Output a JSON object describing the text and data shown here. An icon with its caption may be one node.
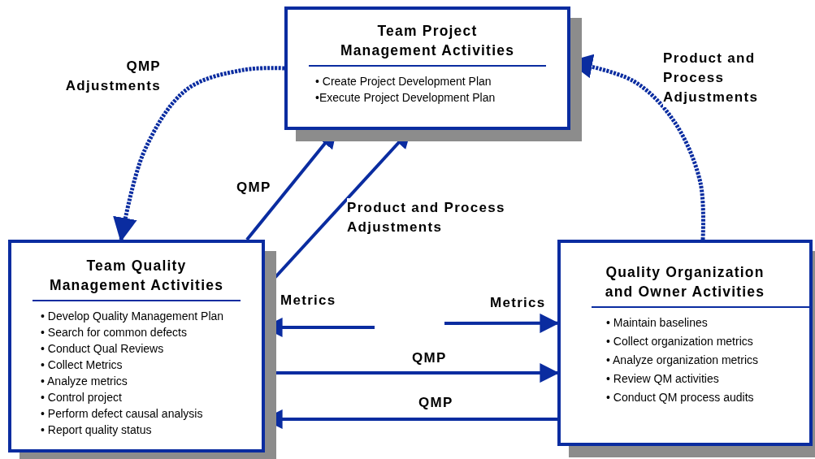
{
  "diagram": {
    "nodes": [
      {
        "text": [
          "Team Project Management Activities",
          "• Create Project Development Plan",
          "•Execute Project Development Plan"
        ]
      },
      {
        "text": [
          "Team Quality Management Activities",
          "• Develop Quality Management Plan",
          "• Search for common defects",
          "• Conduct Qual Reviews",
          "• Collect Metrics",
          "• Analyze metrics",
          "• Control project",
          "• Perform defect causal analysis",
          "• Report quality status"
        ]
      },
      {
        "text": [
          "Quality Organization and Owner Activities",
          "• Maintain baselines",
          "• Collect organization metrics",
          "• Analyze organization metrics",
          "• Review QM activities",
          "• Conduct QM process audits"
        ]
      }
    ],
    "edges": [
      {
        "from": 0,
        "to": 1,
        "arrow": "to",
        "label": "QMP Adjustments",
        "style": "dashed"
      },
      {
        "from": 2,
        "to": 0,
        "arrow": "to",
        "label": "Product and Process Adjustments",
        "style": "dashed"
      },
      {
        "from": 1,
        "to": 0,
        "arrow": "to",
        "label": "QMP"
      },
      {
        "from": 1,
        "to": 0,
        "arrow": "to",
        "label": "Product and Process Adjustments"
      },
      {
        "from": null,
        "to": 1,
        "arrow": "to",
        "label": "Metrics"
      },
      {
        "from": null,
        "to": 2,
        "arrow": "to",
        "label": "Metrics"
      },
      {
        "from": 1,
        "to": 2,
        "arrow": "to",
        "label": "QMP"
      },
      {
        "from": 2,
        "to": 1,
        "arrow": "to",
        "label": "QMP"
      }
    ]
  }
}
